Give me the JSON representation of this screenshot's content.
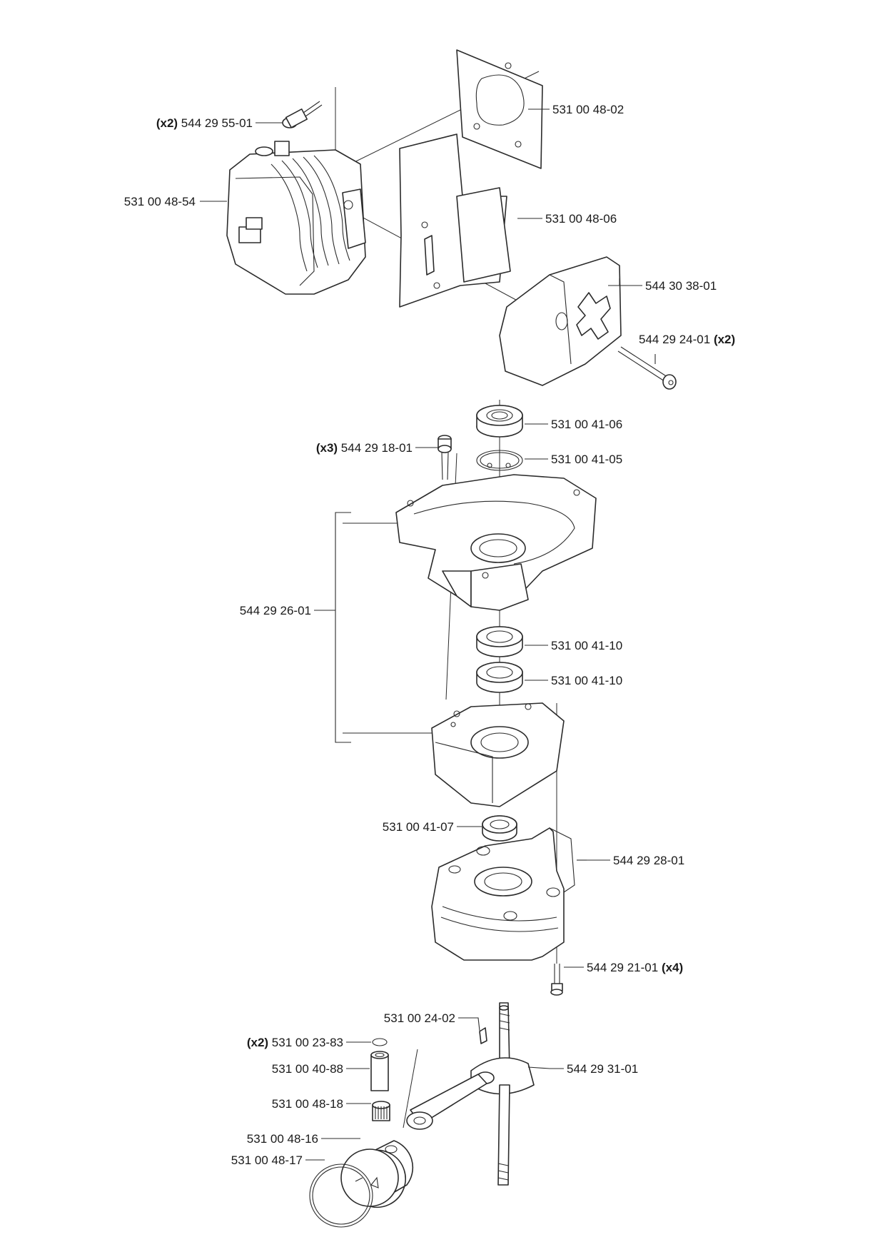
{
  "callouts": [
    {
      "id": "c1",
      "part": "544 29 55-01",
      "qty": "(x2)",
      "qty_pos": "before"
    },
    {
      "id": "c2",
      "part": "531 00 48-02",
      "qty": "",
      "qty_pos": ""
    },
    {
      "id": "c3",
      "part": "531 00 48-54",
      "qty": "",
      "qty_pos": ""
    },
    {
      "id": "c4",
      "part": "531 00 48-06",
      "qty": "",
      "qty_pos": ""
    },
    {
      "id": "c5",
      "part": "544 30 38-01",
      "qty": "",
      "qty_pos": ""
    },
    {
      "id": "c6",
      "part": "544 29 24-01",
      "qty": "(x2)",
      "qty_pos": "after"
    },
    {
      "id": "c7",
      "part": "531 00 41-06",
      "qty": "",
      "qty_pos": ""
    },
    {
      "id": "c8",
      "part": "544 29 18-01",
      "qty": "(x3)",
      "qty_pos": "before"
    },
    {
      "id": "c9",
      "part": "531 00 41-05",
      "qty": "",
      "qty_pos": ""
    },
    {
      "id": "c10",
      "part": "544 29 26-01",
      "qty": "",
      "qty_pos": ""
    },
    {
      "id": "c11",
      "part": "531 00 41-10",
      "qty": "",
      "qty_pos": ""
    },
    {
      "id": "c12",
      "part": "531 00 41-10",
      "qty": "",
      "qty_pos": ""
    },
    {
      "id": "c13",
      "part": "531 00 41-07",
      "qty": "",
      "qty_pos": ""
    },
    {
      "id": "c14",
      "part": "544 29 28-01",
      "qty": "",
      "qty_pos": ""
    },
    {
      "id": "c15",
      "part": "544 29 21-01",
      "qty": "(x4)",
      "qty_pos": "after"
    },
    {
      "id": "c16",
      "part": "531 00 24-02",
      "qty": "",
      "qty_pos": ""
    },
    {
      "id": "c17",
      "part": "531 00 23-83",
      "qty": "(x2)",
      "qty_pos": "before"
    },
    {
      "id": "c18",
      "part": "531 00 40-88",
      "qty": "",
      "qty_pos": ""
    },
    {
      "id": "c19",
      "part": "544 29 31-01",
      "qty": "",
      "qty_pos": ""
    },
    {
      "id": "c20",
      "part": "531 00 48-18",
      "qty": "",
      "qty_pos": ""
    },
    {
      "id": "c21",
      "part": "531 00 48-16",
      "qty": "",
      "qty_pos": ""
    },
    {
      "id": "c22",
      "part": "531 00 48-17",
      "qty": "",
      "qty_pos": ""
    }
  ]
}
